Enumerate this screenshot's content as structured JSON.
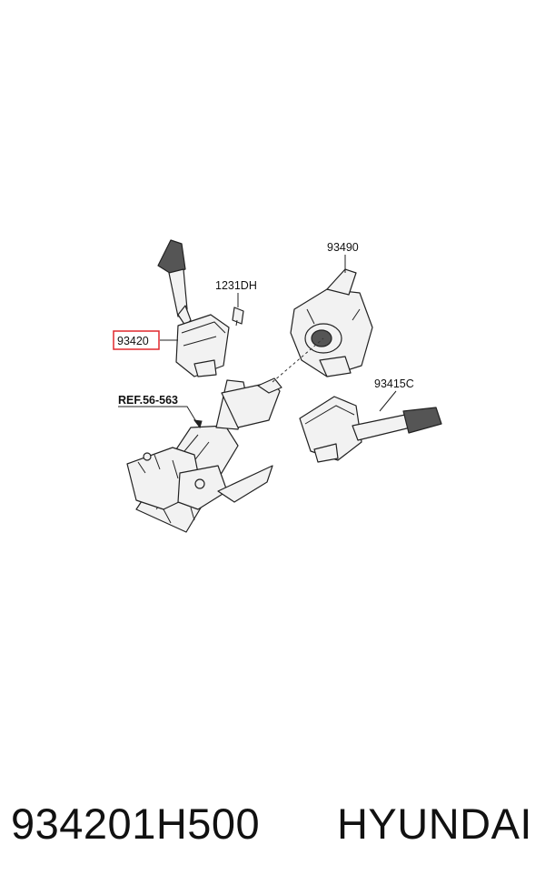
{
  "diagram": {
    "labels": {
      "switch_assembly": "93420",
      "bolt": "1231DH",
      "clock_spring": "93490",
      "wiper_switch": "93415C",
      "column_ref": "REF.56-563"
    },
    "highlight_color": "#e0282e"
  },
  "footer": {
    "part_number": "934201H500",
    "brand": "HYUNDAI"
  }
}
